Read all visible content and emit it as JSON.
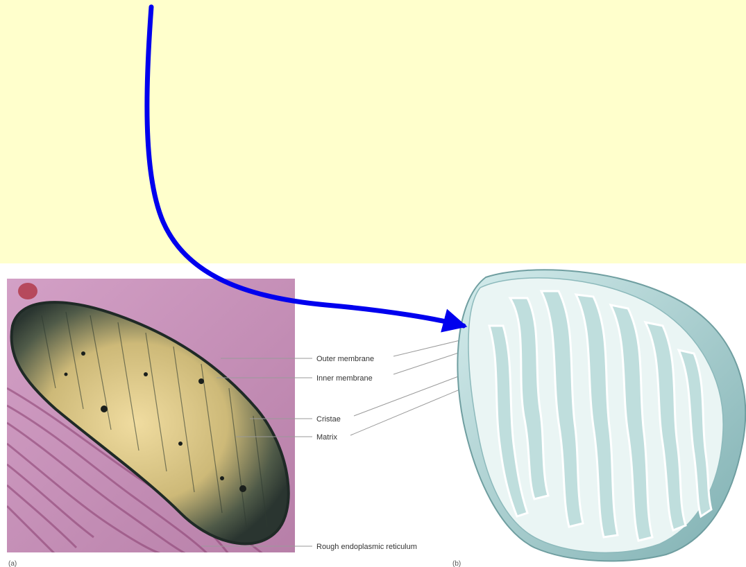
{
  "colors": {
    "slide_background": "#ffffcc",
    "figure_background": "#ffffff",
    "arrow": "#0000ee",
    "micrograph_tissue": "#c690b6",
    "mitochondrion_3d": "#a9cfcf"
  },
  "figure": {
    "labels": [
      "Outer membrane",
      "Inner membrane",
      "Cristae",
      "Matrix",
      "Rough endoplasmic reticulum"
    ],
    "panel_a": "(a)",
    "panel_b": "(b)"
  }
}
